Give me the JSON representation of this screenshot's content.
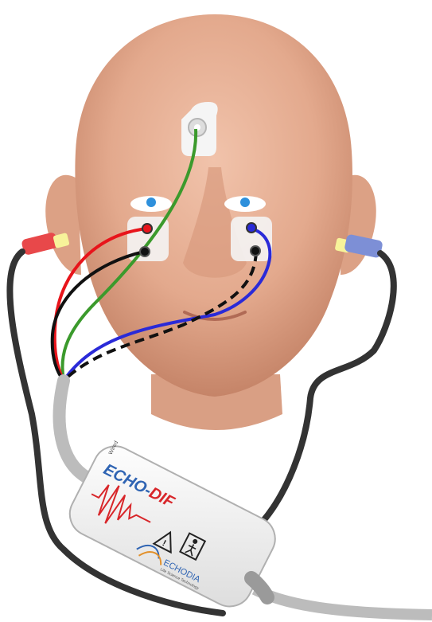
{
  "device": {
    "brand_prefix": "ECHO-",
    "brand_suffix": "DIF",
    "side_label": "Wired",
    "manufacturer": "ECHODIA",
    "manufacturer_tagline": "Life Science Technology",
    "warning_icon": "warning-triangle-icon",
    "manual_icon": "read-manual-icon"
  },
  "colors": {
    "skin": "#e9b196",
    "skin_shadow": "#c98a70",
    "electrode_red": "#e8141b",
    "electrode_black": "#111111",
    "electrode_green": "#3b9a2c",
    "electrode_blue": "#2a2ad8",
    "earplug_left": "#e8484a",
    "earplug_right": "#7d8fd6",
    "cable_gray": "#b9b9b9",
    "device_body": "#f2f2f2",
    "brand_blue": "#2f64b3",
    "brand_red": "#d8262a"
  }
}
